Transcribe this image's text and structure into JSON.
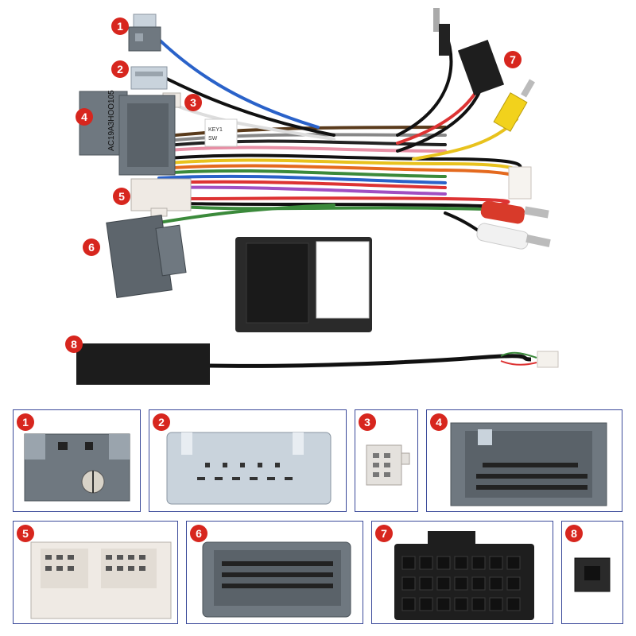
{
  "badges": {
    "b1": "1",
    "b2": "2",
    "b3": "3",
    "b4": "4",
    "b5": "5",
    "b6": "6",
    "b7": "7",
    "b8": "8"
  },
  "harness": {
    "connector4_text": "AC19A3HOO105",
    "tag_text_1": "KEY1",
    "tag_text_2": "SW"
  },
  "detail_panels": [
    {
      "label": "1"
    },
    {
      "label": "2"
    },
    {
      "label": "3"
    },
    {
      "label": "4"
    },
    {
      "label": "5"
    },
    {
      "label": "6"
    },
    {
      "label": "7"
    },
    {
      "label": "8"
    }
  ],
  "colors": {
    "badge": "#d7261e",
    "panel_border": "#3b4a9a",
    "connector_gray": "#6f7880",
    "connector_light": "#c9d3dc",
    "connector_white": "#efeae4",
    "box_black": "#2a2a2a"
  }
}
